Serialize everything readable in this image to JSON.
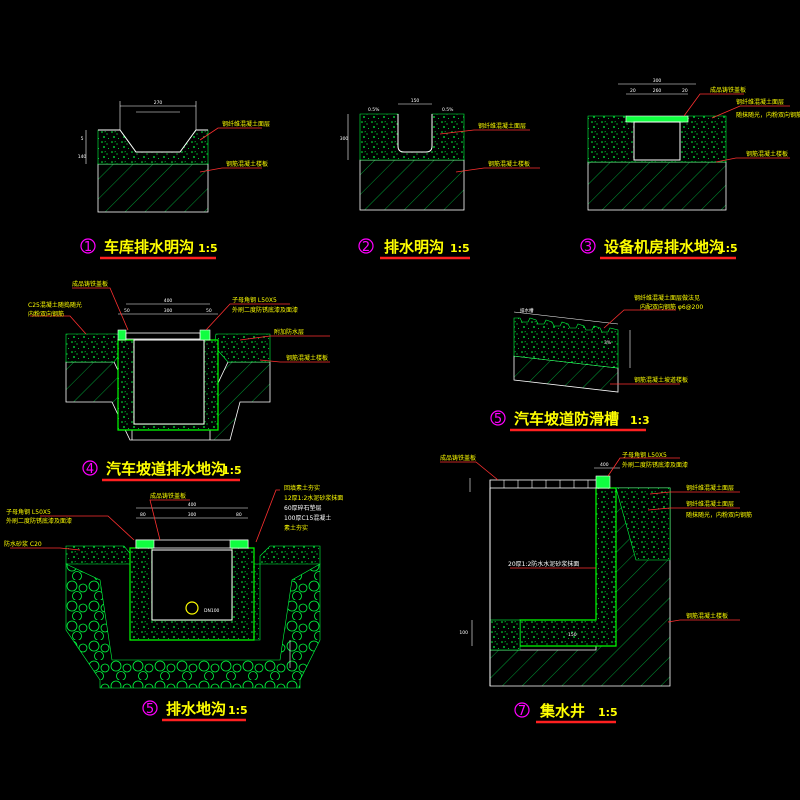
{
  "captions": [
    {
      "num": "1",
      "title": "车库排水明沟",
      "scale": "1:5"
    },
    {
      "num": "2",
      "title": "排水明沟",
      "scale": "1:5"
    },
    {
      "num": "3",
      "title": "设备机房排水地沟",
      "scale": "1:5"
    },
    {
      "num": "4",
      "title": "汽车坡道排水地沟",
      "scale": "1:5"
    },
    {
      "num": "5",
      "title": "汽车坡道防滑槽",
      "scale": "1:3"
    },
    {
      "num": "5",
      "title": "排水地沟",
      "scale": "1:5"
    },
    {
      "num": "7",
      "title": "集水井",
      "scale": "1:5"
    }
  ],
  "notes": {
    "d1": [
      "钢纤维混凝土面层",
      "钢筋混凝土楼板"
    ],
    "d2": [
      "钢纤维混凝土面层",
      "钢筋混凝土楼板"
    ],
    "d3": [
      "成品铸铁盖板",
      "钢纤维混凝土面层",
      "随抹随光，内粉双向钢筋",
      "钢筋混凝土楼板"
    ],
    "d4": [
      "成品铸铁盖板",
      "C25混凝土随捣随光",
      "内粉双向钢筋",
      "子母角钢 L50X5",
      "外刷二度防锈底漆及面漆",
      "附加防水层",
      "钢筋混凝土楼板"
    ],
    "d5a": [
      "钢纤维混凝土面层做法见",
      "内配双向钢筋 φ6@200",
      "钢筋混凝土坡道楼板"
    ],
    "d5b": [
      "成品铸铁盖板",
      "子母角钢 L50X5",
      "外刷二度防锈底漆及面漆",
      "防水砂浆 C20",
      "回填素土夯实",
      "12厚1:2水泥砂浆抹面",
      "60厚碎石垫层",
      "100厚C15混凝土",
      "素土夯实"
    ],
    "d7": [
      "成品铸铁盖板",
      "子母角钢 L50X5",
      "外刷二度防锈底漆及面漆",
      "钢纤维混凝土面层",
      "钢纤维混凝土面层",
      "随抹随光，内粉双向钢筋",
      "20厚1:2防水水泥砂浆抹面",
      "钢筋混凝土楼板"
    ]
  },
  "dims": {
    "d1": [
      "270",
      "5",
      "140"
    ],
    "d2": [
      "150",
      "0.5%",
      "0.5%",
      "300"
    ],
    "d3": [
      "300",
      "20",
      "260",
      "20"
    ],
    "d4": [
      "400",
      "50",
      "300",
      "50"
    ],
    "d5a": [
      "排水槽",
      "3%"
    ],
    "d5b": [
      "400",
      "80",
      "300",
      "80",
      "DN100"
    ],
    "d7": [
      "100",
      "150",
      "400"
    ]
  }
}
